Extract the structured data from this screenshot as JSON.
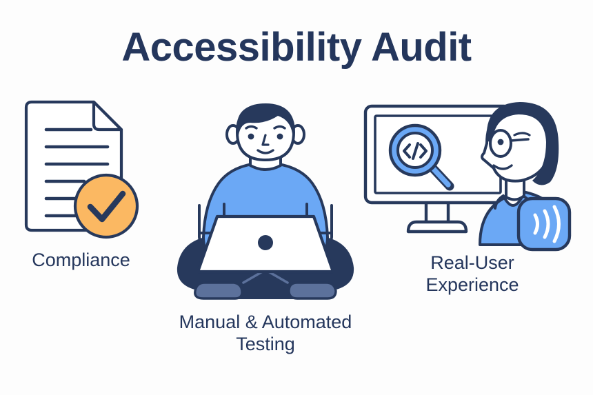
{
  "page": {
    "title": "Accessibility Audit",
    "background_color": "#FDFDFD"
  },
  "palette": {
    "navy": "#27395C",
    "title_navy": "#24365C",
    "blue": "#6BA8F5",
    "light_blue": "#8DBEF8",
    "amber": "#FBB862",
    "white": "#FFFFFF",
    "slate_blue": "#5C719B"
  },
  "columns": [
    {
      "id": "compliance",
      "label": "Compliance",
      "icon": "document-check-icon",
      "icon_parts": [
        "document-page",
        "folded-corner",
        "text-lines",
        "check-badge"
      ],
      "text_line_count": 6,
      "badge_color": "#FBB862"
    },
    {
      "id": "testing",
      "label": "Manual & Automated\nTesting",
      "icon": "person-with-laptop-icon",
      "icon_parts": [
        "person-head",
        "person-hair",
        "person-sweater",
        "crossed-legs",
        "laptop"
      ],
      "shirt_color": "#6BA8F5"
    },
    {
      "id": "realuser",
      "label": "Real-User\nExperience",
      "icon": "monitor-user-screenreader-icon",
      "icon_parts": [
        "monitor",
        "magnifier",
        "code-symbol",
        "woman-profile",
        "glasses",
        "screen-reader-badge"
      ],
      "code_symbol": "</>",
      "badge_color": "#6BA8F5"
    }
  ]
}
